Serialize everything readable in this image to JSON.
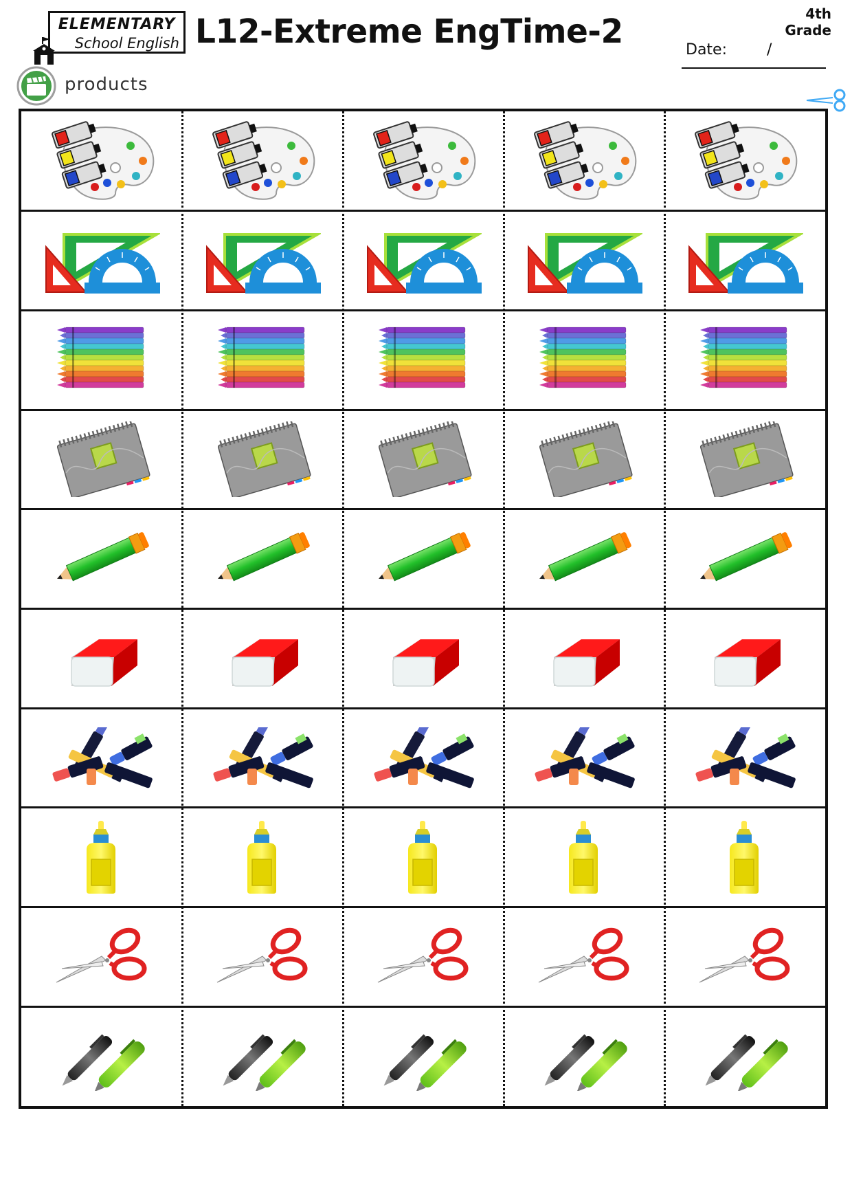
{
  "header": {
    "logo_line1": "ELEMENTARY",
    "logo_line2": "School English",
    "title": "L12-Extreme EngTime-2",
    "grade": "4th Grade",
    "date_label": "Date:",
    "date_separator": "/",
    "topic": "products"
  },
  "grid": {
    "rows": 10,
    "columns": 5,
    "items": [
      {
        "icon": "paint-palette-icon"
      },
      {
        "icon": "ruler-set-icon"
      },
      {
        "icon": "crayons-icon"
      },
      {
        "icon": "notebook-icon"
      },
      {
        "icon": "pencil-icon"
      },
      {
        "icon": "eraser-icon"
      },
      {
        "icon": "markers-icon"
      },
      {
        "icon": "glue-icon"
      },
      {
        "icon": "scissors-icon"
      },
      {
        "icon": "pens-icon"
      }
    ]
  },
  "colors": {
    "border": "#111111",
    "topic_icon": "#4caf50"
  }
}
